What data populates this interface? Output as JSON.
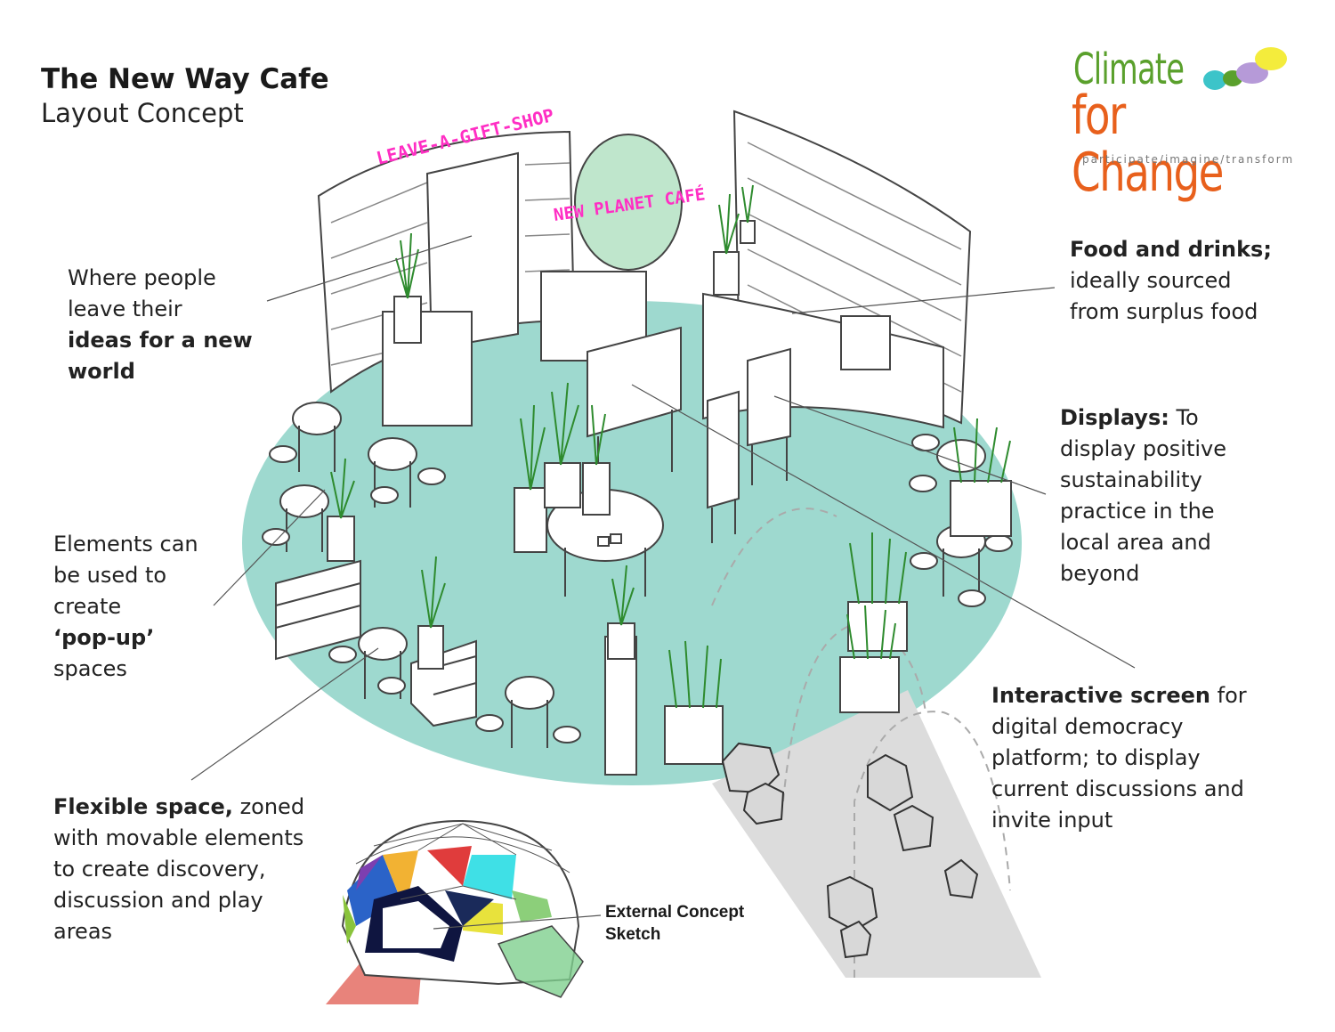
{
  "header": {
    "title": "The New Way Cafe",
    "subtitle": "Layout Concept"
  },
  "logo": {
    "line1": "Climate",
    "line2": "for Change",
    "tagline": "participate/imagine/transform",
    "colors": {
      "green": "#5aa02c",
      "orange": "#e8601c",
      "teal": "#3cc4c9",
      "purple": "#b69ad8",
      "yellow": "#f4ec3c"
    }
  },
  "signs": {
    "gift_shop": "LEAVE-A-GIFT-SHOP",
    "planet_cafe": "NEW PLANET CAFÉ",
    "color": "#ff2ec4"
  },
  "annotations": {
    "ideas": {
      "l1": "Where people",
      "l2": "leave their",
      "bold": "ideas for a new",
      "l3": "world"
    },
    "food": {
      "bold": "Food and drinks;",
      "l1": "ideally sourced",
      "l2": "from surplus food"
    },
    "displays": {
      "bold": "Displays:",
      "rest": " To",
      "l1": "display positive",
      "l2": "sustainability",
      "l3": "practice in the",
      "l4": "local area and",
      "l5": "beyond"
    },
    "popup": {
      "l1": "Elements can",
      "l2": "be used to",
      "l3": "create",
      "bold": "‘pop-up’",
      "l4": "spaces"
    },
    "interactive": {
      "bold": "Interactive screen",
      "rest": " for",
      "l1": "digital democracy",
      "l2": "platform; to display",
      "l3": "current discussions and",
      "l4": "invite input"
    },
    "flexible": {
      "bold": "Flexible space,",
      "rest": " zoned",
      "l1": "with movable elements",
      "l2": "to create discovery,",
      "l3": "discussion and play",
      "l4": "areas"
    },
    "external": {
      "l1": "External Concept",
      "l2": "Sketch"
    }
  },
  "colors": {
    "floor": "#9ed9cf",
    "path": "#dcdcdc",
    "plant": "#2e8b2e",
    "sign_circle": "#bfe6cc"
  }
}
